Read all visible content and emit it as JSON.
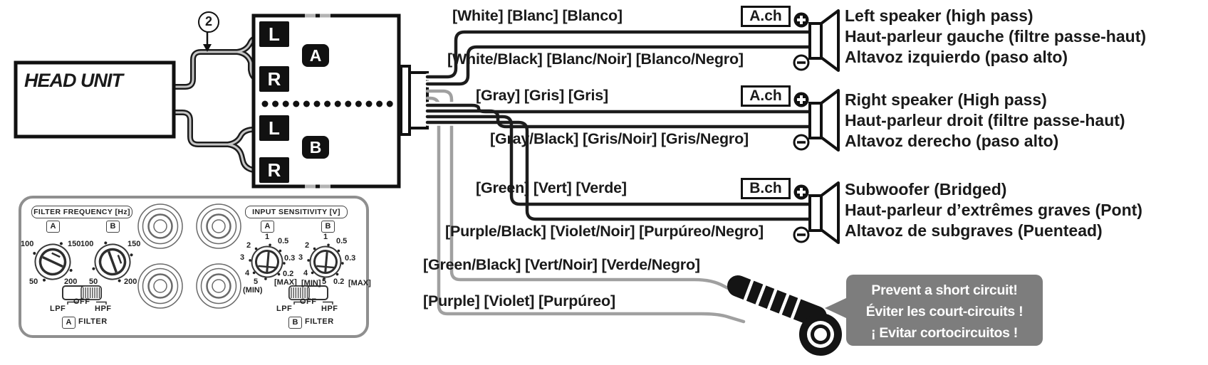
{
  "colors": {
    "wire_black": "#1c1c1c",
    "wire_gray": "#a0a0a0",
    "bubble_gray": "#7d7d7d"
  },
  "head_unit": {
    "label": "HEAD UNIT"
  },
  "callout": {
    "number": "2"
  },
  "connector": {
    "t1": "L",
    "t2": "R",
    "t3": "L",
    "t4": "R",
    "badge_a": "A",
    "badge_b": "B"
  },
  "rows": [
    {
      "label": "[White] [Blanc] [Blanco]",
      "channel": "A.ch"
    },
    {
      "label": "[White/Black] [Blanc/Noir] [Blanco/Negro]"
    },
    {
      "label": "[Gray] [Gris] [Gris]",
      "channel": "A.ch"
    },
    {
      "label": "[Gray/Black] [Gris/Noir] [Gris/Negro]"
    },
    {
      "label": "[Green] [Vert] [Verde]",
      "channel": "B.ch"
    },
    {
      "label": "[Purple/Black] [Violet/Noir] [Purpúreo/Negro]"
    },
    {
      "label": "[Green/Black] [Vert/Noir] [Verde/Negro]"
    },
    {
      "label": "[Purple] [Violet] [Purpúreo]"
    }
  ],
  "speakers": [
    {
      "l1": "Left speaker (high pass)",
      "l2": "Haut-parleur gauche (filtre passe-haut)",
      "l3": "Altavoz izquierdo (paso alto)"
    },
    {
      "l1": "Right speaker (High pass)",
      "l2": "Haut-parleur droit (filtre passe-haut)",
      "l3": "Altavoz derecho (paso alto)"
    },
    {
      "l1": "Subwoofer (Bridged)",
      "l2": "Haut-parleur d’extrêmes graves (Pont)",
      "l3": "Altavoz de subgraves (Puentead)"
    }
  ],
  "warning": {
    "l1": "Prevent a short circuit!",
    "l2": "Éviter les court-circuits !",
    "l3": "¡ Evitar cortocircuitos !"
  },
  "panel": {
    "filter": {
      "title": "FILTER FREQUENCY [Hz]",
      "filter_label": "FILTER",
      "ticks": {
        "f100": "100",
        "f150": "150",
        "f50": "50",
        "f200": "200"
      }
    },
    "switch": {
      "lpf": "LPF",
      "off": "OFF",
      "hpf": "HPF"
    },
    "badges": {
      "a": "A",
      "b": "B"
    },
    "sensitivity": {
      "title": "INPUT SENSITIVITY [V]",
      "ticks": {
        "v2": "2",
        "v1": "1",
        "v05": "0.5",
        "v03": "0.3",
        "v02": "0.2",
        "v3": "3",
        "v4": "4",
        "v5": "5",
        "min_a": "(MIN)",
        "max_a": "[MAX]",
        "min_b": "[MIN]",
        "max_b": "[MAX]"
      }
    }
  }
}
